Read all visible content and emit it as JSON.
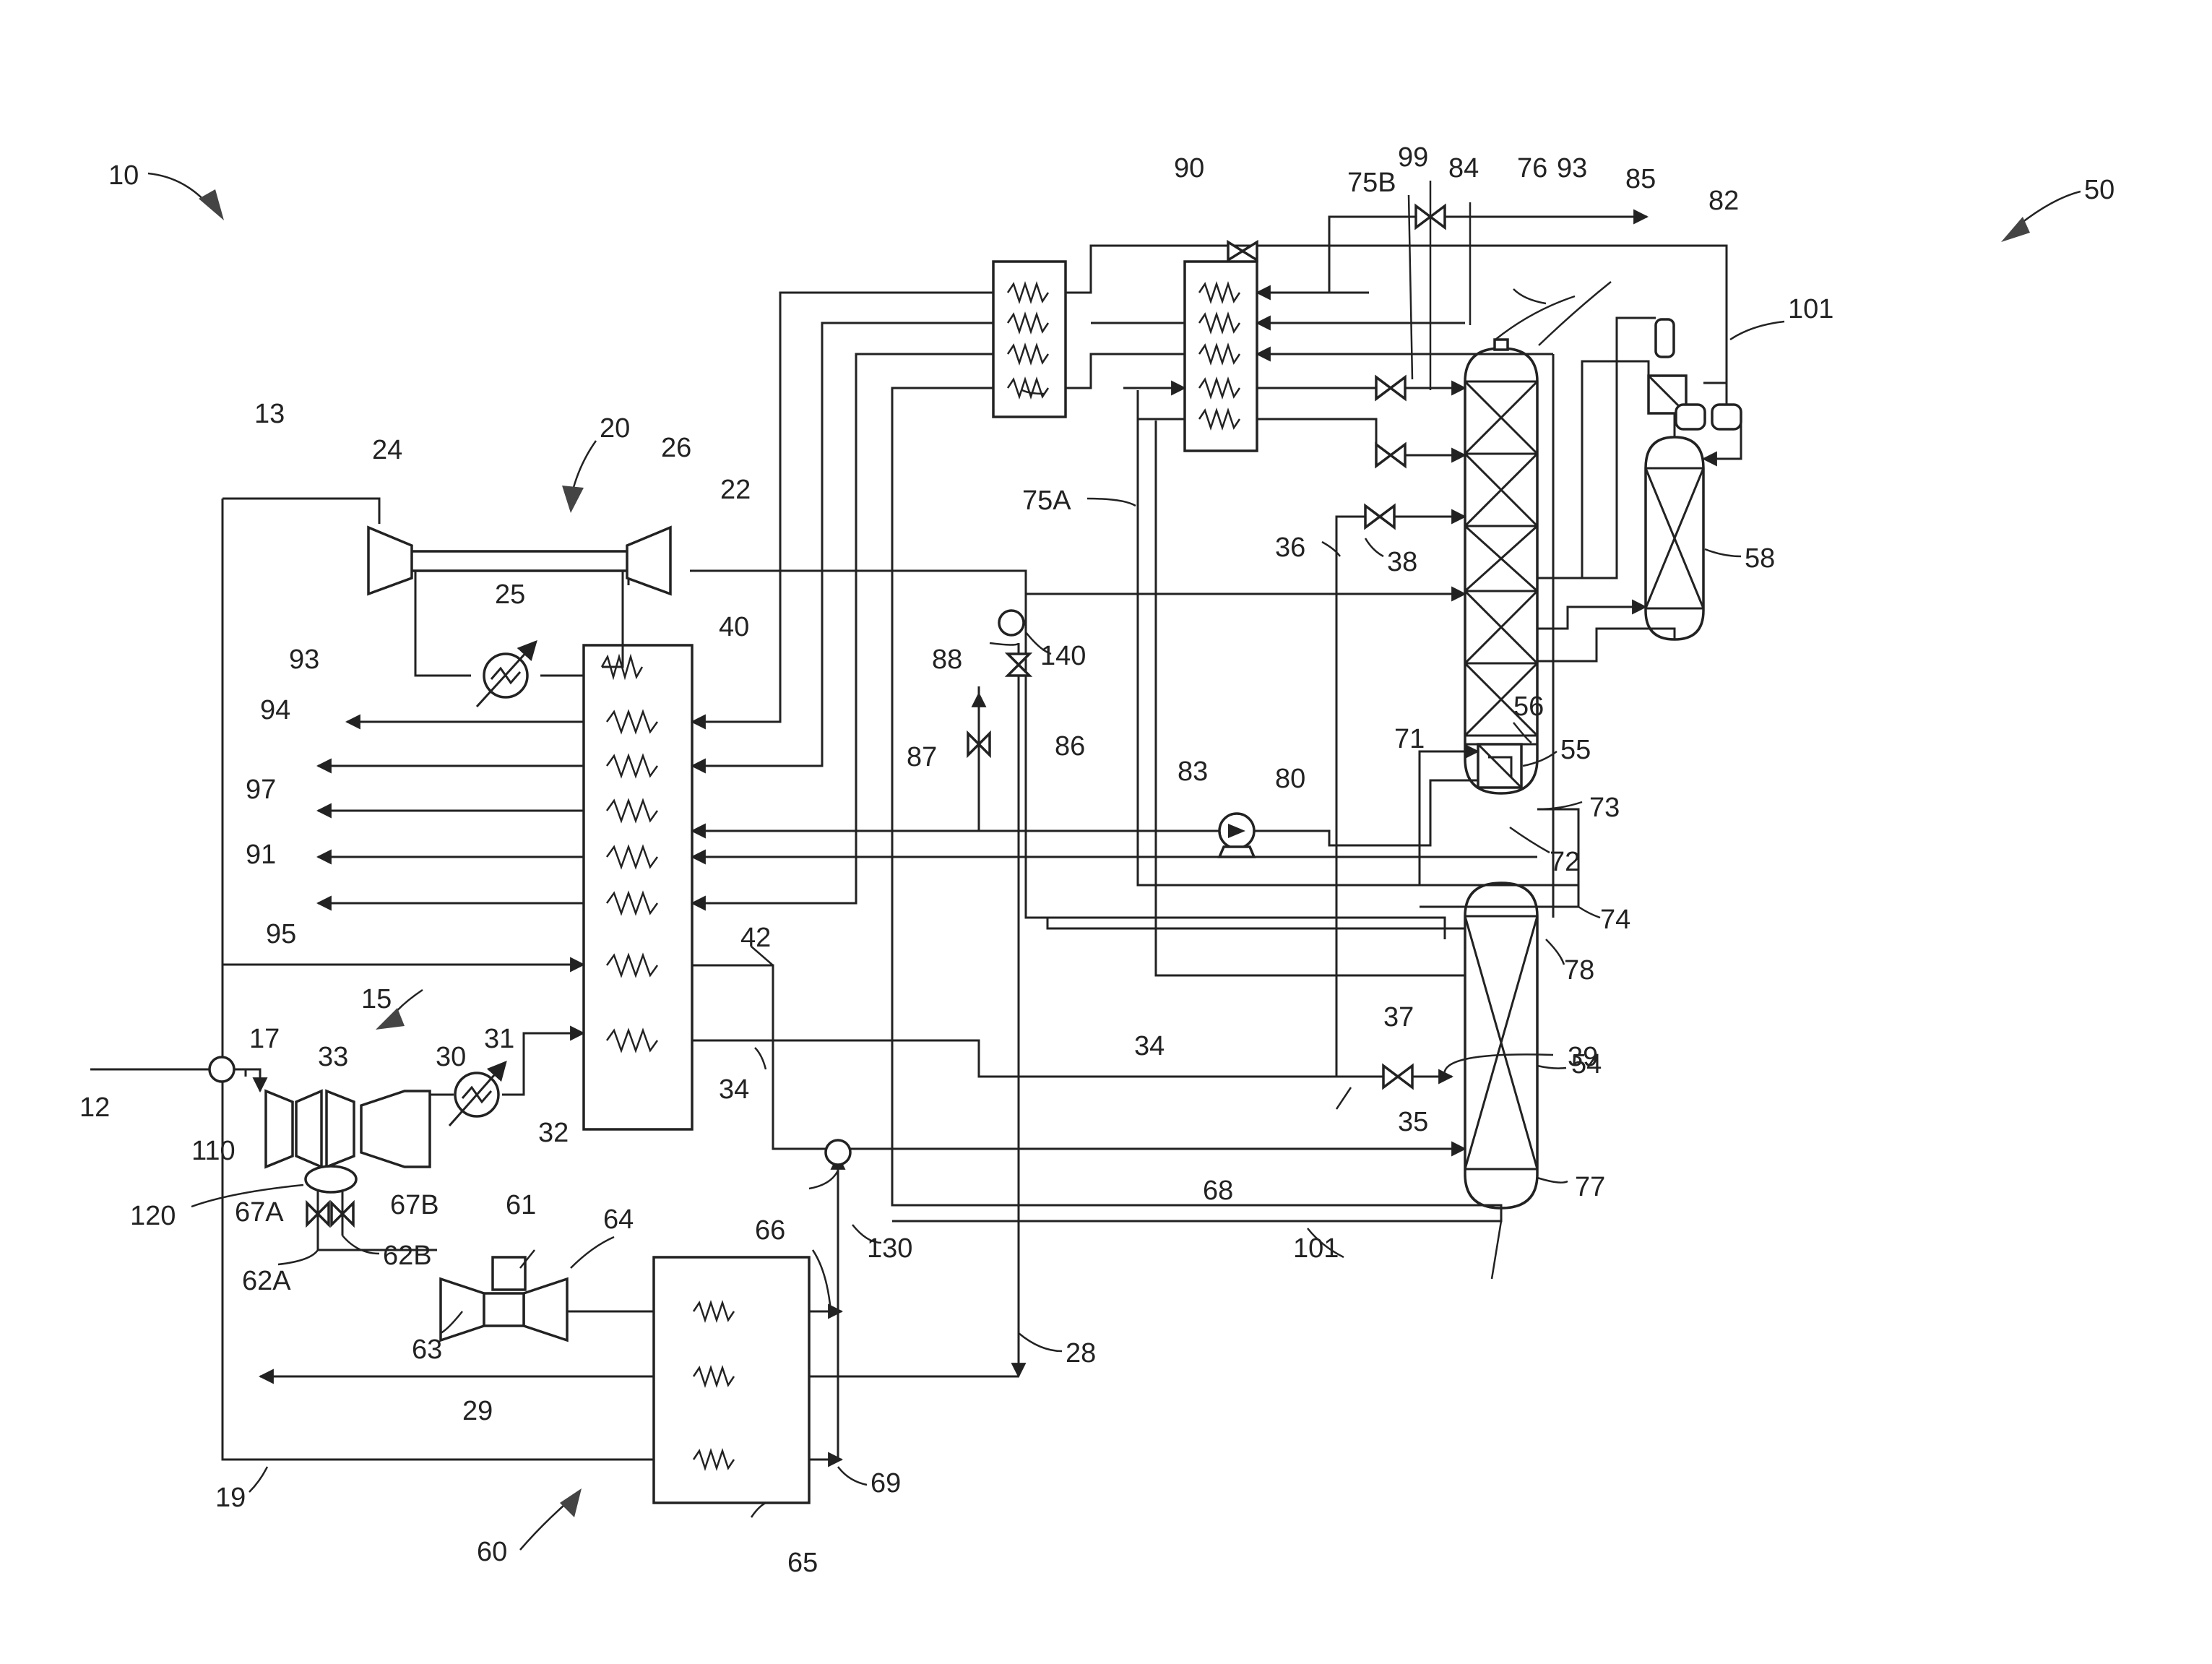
{
  "labels": {
    "l10": "10",
    "l50": "50",
    "l20": "20",
    "l30": "30",
    "l60": "60",
    "l12": "12",
    "l13": "13",
    "l15": "15",
    "l17": "17",
    "l19": "19",
    "l22": "22",
    "l24": "24",
    "l25": "25",
    "l26": "26",
    "l28": "28",
    "l29": "29",
    "l31": "31",
    "l32": "32",
    "l33": "33",
    "l34a": "34",
    "l34b": "34",
    "l35": "35",
    "l36": "36",
    "l37": "37",
    "l38": "38",
    "l39": "39",
    "l40": "40",
    "l42": "42",
    "l54": "54",
    "l55": "55",
    "l56": "56",
    "l58": "58",
    "l61": "61",
    "l62A": "62A",
    "l62B": "62B",
    "l63": "63",
    "l64": "64",
    "l65": "65",
    "l66": "66",
    "l67A": "67A",
    "l67B": "67B",
    "l68": "68",
    "l69": "69",
    "l71": "71",
    "l72": "72",
    "l73": "73",
    "l74": "74",
    "l75A": "75A",
    "l75B": "75B",
    "l76": "76",
    "l77": "77",
    "l78": "78",
    "l80": "80",
    "l82": "82",
    "l83": "83",
    "l84": "84",
    "l85": "85",
    "l86": "86",
    "l87": "87",
    "l88": "88",
    "l90": "90",
    "l91": "91",
    "l93a": "93",
    "l93b": "93",
    "l94": "94",
    "l95": "95",
    "l97": "97",
    "l99": "99",
    "l101a": "101",
    "l101b": "101",
    "l110": "110",
    "l120": "120",
    "l130": "130",
    "l140": "140"
  },
  "icons": [
    "heat-exchanger-icon",
    "compressor-icon",
    "turbine-expander-icon",
    "cooler-icon",
    "valve-icon",
    "pump-icon",
    "distillation-column-icon",
    "reflux-drum-icon",
    "sensor-icon"
  ]
}
